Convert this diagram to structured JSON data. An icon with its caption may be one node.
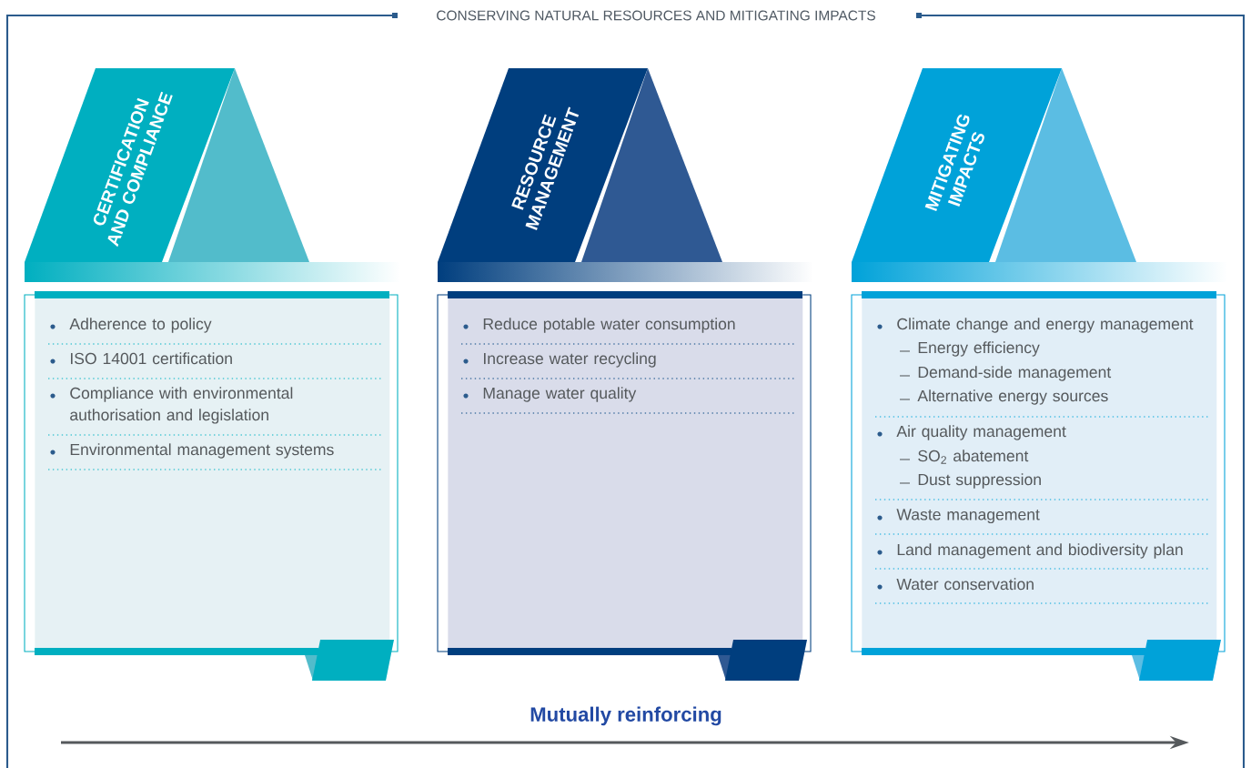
{
  "diagram": {
    "title": "CONSERVING NATURAL RESOURCES AND MITIGATING IMPACTS",
    "nodes": [
      {
        "text": [
          "CERTIFICATION AND COMPLIANCE"
        ]
      },
      {
        "text": [
          "Adherence to policy",
          "ISO 14001 certification",
          "Compliance with environmental authorisation and legislation",
          "Environmental management systems"
        ]
      },
      {
        "text": [
          "RESOURCE MANAGEMENT"
        ]
      },
      {
        "text": [
          "Reduce potable water consumption",
          "Increase water recycling",
          "Manage water quality"
        ]
      },
      {
        "text": [
          "MITIGATING IMPACTS"
        ]
      },
      {
        "text": [
          "Climate change and energy management",
          "Energy efficiency",
          "Demand-side management",
          "Alternative energy sources",
          "Air quality management",
          "SO$_{2}$ abatement",
          "Dust suppression",
          "Waste management",
          "Land management and biodiversity plan",
          "Water conservation"
        ]
      }
    ],
    "labels": [
      "Mutually reinforcing"
    ]
  }
}
